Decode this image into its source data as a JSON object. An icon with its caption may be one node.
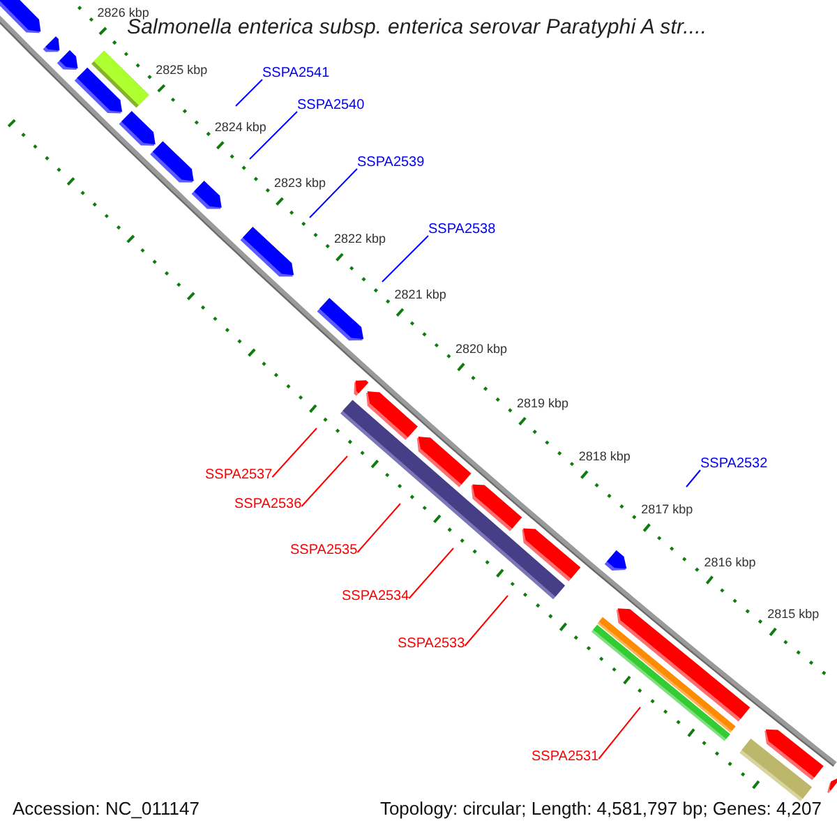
{
  "diagram": {
    "title": "Salmonella enterica subsp. enterica serovar Paratyphi A str....",
    "nodes": [
      {
        "text": [
          "SSPA2541"
        ]
      },
      {
        "text": [
          "SSPA2540"
        ]
      },
      {
        "text": [
          "SSPA2539"
        ]
      },
      {
        "text": [
          "SSPA2538"
        ]
      },
      {
        "text": [
          "SSPA2537"
        ]
      },
      {
        "text": [
          "SSPA2536"
        ]
      },
      {
        "text": [
          "SSPA2535"
        ]
      },
      {
        "text": [
          "SSPA2534"
        ]
      },
      {
        "text": [
          "SSPA2533"
        ]
      },
      {
        "text": [
          "SSPA2532"
        ]
      },
      {
        "text": [
          "SSPA2531"
        ]
      }
    ],
    "edges": [
      {
        "from": 0,
        "to": null,
        "arrow": "none",
        "color": "#0000ff"
      },
      {
        "from": 1,
        "to": null,
        "arrow": "none",
        "color": "#0000ff"
      },
      {
        "from": 2,
        "to": null,
        "arrow": "none",
        "color": "#0000ff"
      },
      {
        "from": 3,
        "to": null,
        "arrow": "none",
        "color": "#0000ff"
      },
      {
        "from": 4,
        "to": null,
        "arrow": "none"
      },
      {
        "from": 5,
        "to": null,
        "arrow": "none"
      },
      {
        "from": 6,
        "to": null,
        "arrow": "none"
      },
      {
        "from": 7,
        "to": null,
        "arrow": "none"
      },
      {
        "from": 8,
        "to": null,
        "arrow": "none"
      },
      {
        "from": 9,
        "to": null,
        "arrow": "none",
        "color": "#0000ff"
      },
      {
        "from": 10,
        "to": null,
        "arrow": "none"
      }
    ],
    "labels": [
      "2826 kbp",
      "2825 kbp",
      "2824 kbp",
      "2823 kbp",
      "2822 kbp",
      "2821 kbp",
      "2820 kbp",
      "2819 kbp",
      "2818 kbp",
      "2817 kbp",
      "2816 kbp",
      "2815 kbp",
      "Accession: NC_011147",
      "Topology: circular; Length: 4,581,797 bp; Genes: 4,207"
    ]
  }
}
